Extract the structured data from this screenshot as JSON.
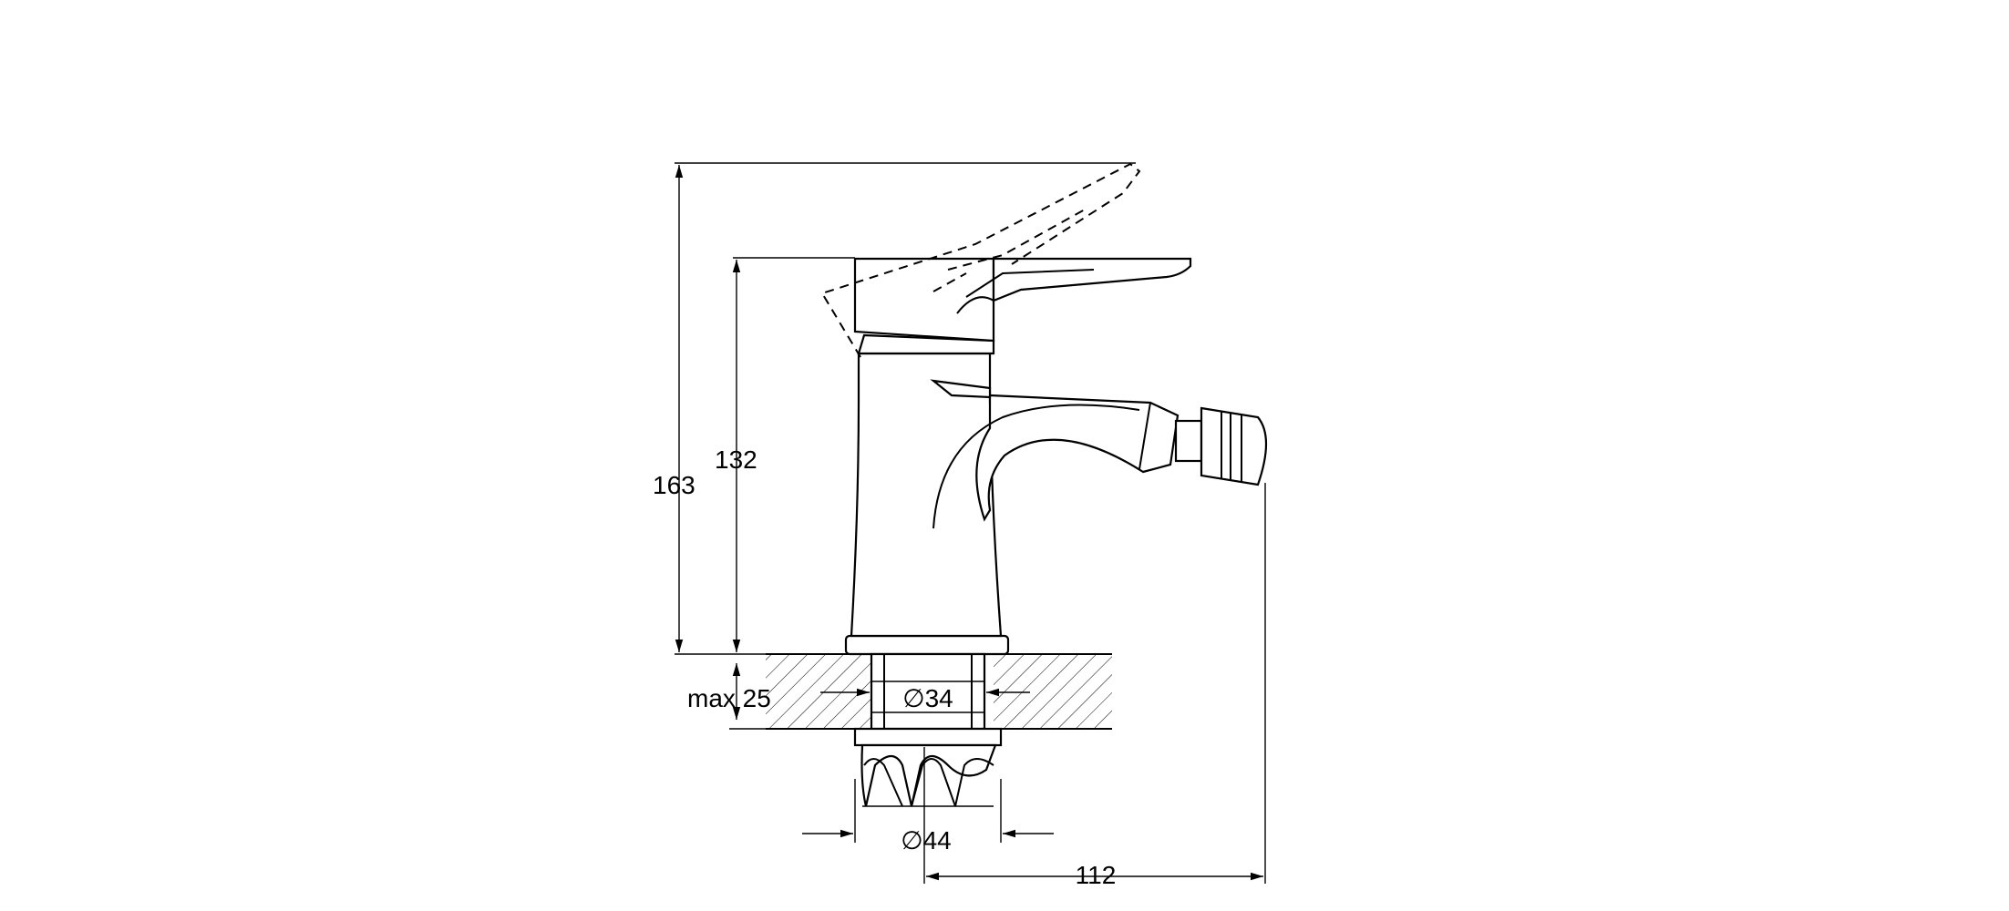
{
  "dimensions": {
    "total_height": "163",
    "body_height": "132",
    "max_thickness": "max 25",
    "hole_diameter": "∅34",
    "base_diameter": "∅44",
    "spout_reach": "112"
  }
}
